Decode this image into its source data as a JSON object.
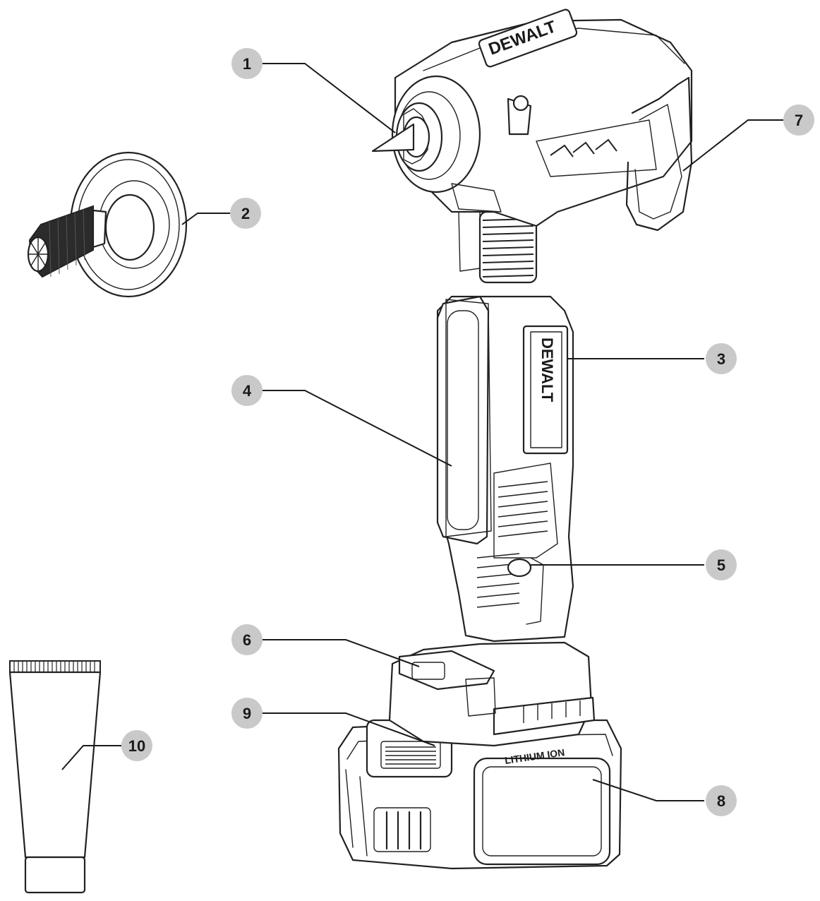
{
  "brand": {
    "logo_top": "DEWALT",
    "logo_side": "DEWALT",
    "battery_label": "LITHIUM ION"
  },
  "callouts": [
    {
      "id": "1",
      "label": "1"
    },
    {
      "id": "2",
      "label": "2"
    },
    {
      "id": "3",
      "label": "3"
    },
    {
      "id": "4",
      "label": "4"
    },
    {
      "id": "5",
      "label": "5"
    },
    {
      "id": "6",
      "label": "6"
    },
    {
      "id": "7",
      "label": "7"
    },
    {
      "id": "8",
      "label": "8"
    },
    {
      "id": "9",
      "label": "9"
    },
    {
      "id": "10",
      "label": "10"
    }
  ],
  "colors": {
    "line": "#222222",
    "badge": "#c9c9c9",
    "background": "#ffffff"
  }
}
